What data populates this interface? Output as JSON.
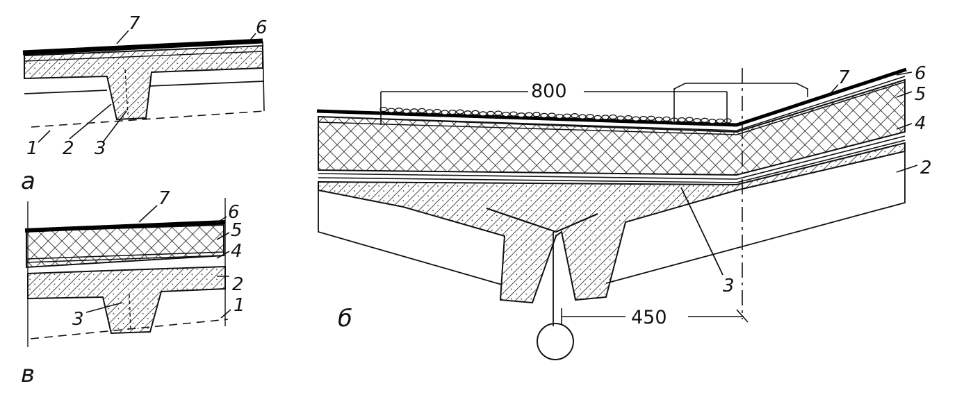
{
  "figure": {
    "panel_a": {
      "caption": "а",
      "labels": {
        "l7": "7",
        "l6": "6",
        "l1": "1",
        "l2": "2",
        "l3": "3"
      }
    },
    "panel_v": {
      "caption": "в",
      "labels": {
        "l7": "7",
        "l6": "6",
        "l5": "5",
        "l4": "4",
        "l2": "2",
        "l3": "3",
        "l1": "1"
      }
    },
    "panel_b": {
      "caption": "б",
      "labels": {
        "l7": "7",
        "l6": "6",
        "l5": "5",
        "l4": "4",
        "l2": "2",
        "l3": "3"
      },
      "dimensions": {
        "top": "800",
        "bottom": "450"
      }
    }
  }
}
